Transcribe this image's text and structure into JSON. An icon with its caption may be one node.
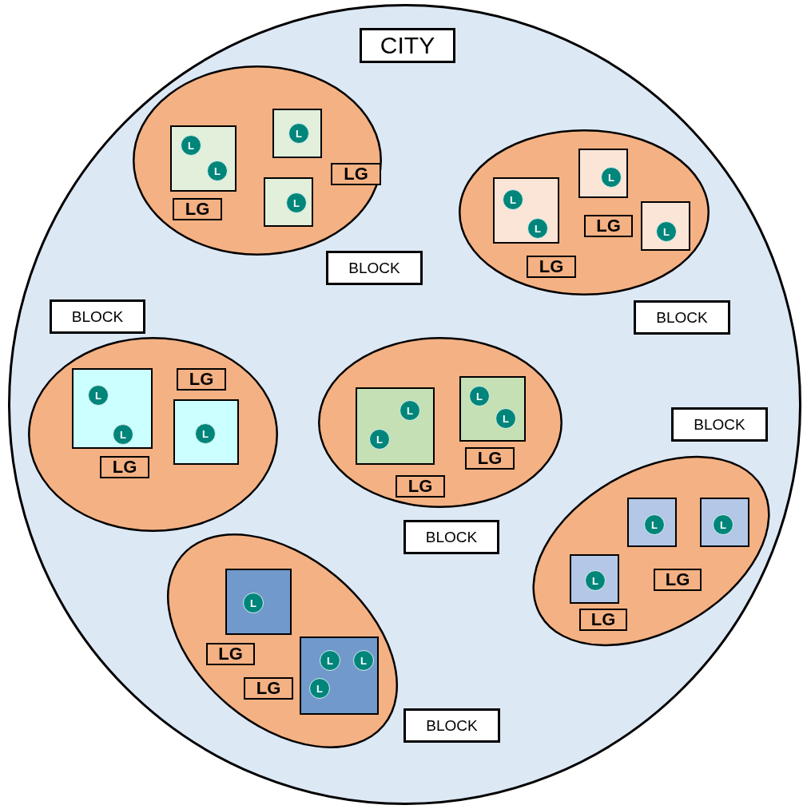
{
  "diagram": {
    "nodes": [
      {
        "text": [],
        "shape": "circle"
      },
      {
        "text": [
          "CITY"
        ],
        "in": 0
      },
      {
        "text": [],
        "shape": "ellipse",
        "in": 0
      },
      {
        "text": [],
        "shape": "box",
        "in": 2
      },
      {
        "text": [
          "L"
        ],
        "in": 3
      },
      {
        "text": [
          "L"
        ],
        "in": 3
      },
      {
        "text": [],
        "shape": "box",
        "in": 2
      },
      {
        "text": [
          "L"
        ],
        "in": 6
      },
      {
        "text": [],
        "shape": "box",
        "in": 2
      },
      {
        "text": [
          "L"
        ],
        "in": 8
      },
      {
        "text": [
          "LG"
        ],
        "in": 2
      },
      {
        "text": [
          "LG"
        ],
        "in": 2
      },
      {
        "text": [],
        "shape": "ellipse",
        "in": 0
      },
      {
        "text": [],
        "shape": "box",
        "in": 12
      },
      {
        "text": [
          "L"
        ],
        "in": 13
      },
      {
        "text": [
          "L"
        ],
        "in": 13
      },
      {
        "text": [],
        "shape": "box",
        "in": 12
      },
      {
        "text": [
          "L"
        ],
        "in": 16
      },
      {
        "text": [],
        "shape": "box",
        "in": 12
      },
      {
        "text": [
          "L"
        ],
        "in": 18
      },
      {
        "text": [
          "LG"
        ],
        "in": 12
      },
      {
        "text": [
          "LG"
        ],
        "in": 12
      },
      {
        "text": [
          "BLOCK"
        ],
        "in": 0
      },
      {
        "text": [
          "BLOCK"
        ],
        "in": 0
      },
      {
        "text": [
          "BLOCK"
        ],
        "in": 0
      },
      {
        "text": [],
        "shape": "ellipse",
        "in": 0
      },
      {
        "text": [],
        "shape": "box",
        "in": 25
      },
      {
        "text": [
          "L"
        ],
        "in": 26
      },
      {
        "text": [
          "L"
        ],
        "in": 26
      },
      {
        "text": [],
        "shape": "box",
        "in": 25
      },
      {
        "text": [
          "L"
        ],
        "in": 29
      },
      {
        "text": [
          "LG"
        ],
        "in": 25
      },
      {
        "text": [
          "LG"
        ],
        "in": 25
      },
      {
        "text": [],
        "shape": "ellipse",
        "in": 0
      },
      {
        "text": [],
        "shape": "box",
        "in": 33
      },
      {
        "text": [
          "L"
        ],
        "in": 34
      },
      {
        "text": [
          "L"
        ],
        "in": 34
      },
      {
        "text": [],
        "shape": "box",
        "in": 33
      },
      {
        "text": [
          "L"
        ],
        "in": 37
      },
      {
        "text": [
          "L"
        ],
        "in": 37
      },
      {
        "text": [
          "LG"
        ],
        "in": 33
      },
      {
        "text": [
          "LG"
        ],
        "in": 33
      },
      {
        "text": [
          "BLOCK"
        ],
        "in": 0
      },
      {
        "text": [
          "BLOCK"
        ],
        "in": 0
      },
      {
        "text": [],
        "shape": "ellipse",
        "in": 0
      },
      {
        "text": [],
        "shape": "box",
        "in": 44
      },
      {
        "text": [
          "L"
        ],
        "in": 45
      },
      {
        "text": [],
        "shape": "box",
        "in": 44
      },
      {
        "text": [
          "L"
        ],
        "in": 47
      },
      {
        "text": [],
        "shape": "box",
        "in": 44
      },
      {
        "text": [
          "L"
        ],
        "in": 49
      },
      {
        "text": [
          "LG"
        ],
        "in": 44
      },
      {
        "text": [
          "LG"
        ],
        "in": 44
      },
      {
        "text": [],
        "shape": "ellipse",
        "in": 0
      },
      {
        "text": [],
        "shape": "box",
        "in": 53
      },
      {
        "text": [
          "L"
        ],
        "in": 54
      },
      {
        "text": [
          "LG"
        ],
        "in": 53
      },
      {
        "text": [],
        "shape": "box",
        "in": 53
      },
      {
        "text": [
          "L"
        ],
        "in": 57
      },
      {
        "text": [
          "L"
        ],
        "in": 57
      },
      {
        "text": [
          "L"
        ],
        "in": 57
      },
      {
        "text": [
          "LG"
        ],
        "in": 53
      },
      {
        "text": [
          "BLOCK"
        ],
        "in": 0
      }
    ]
  }
}
